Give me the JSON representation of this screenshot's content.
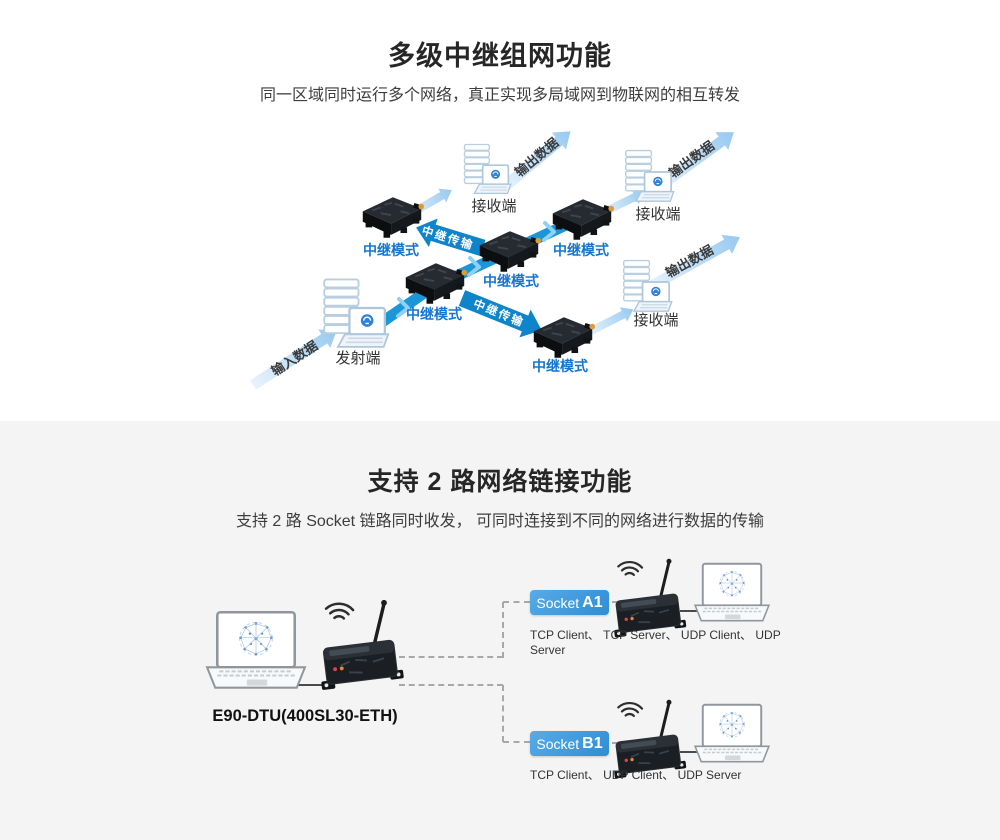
{
  "section_relay": {
    "title": "多级中继组网功能",
    "subtitle": "同一区域同时运行多个网络，真正实现多局域网到物联网的相互转发",
    "labels": {
      "receiver": "接收端",
      "transmitter": "发射端",
      "relay_mode": "中继模式",
      "relay_transfer": "中继传输",
      "output_data": "输出数据",
      "input_data": "输入数据"
    }
  },
  "section_socket": {
    "title": "支持 2 路网络链接功能",
    "subtitle": "支持 2 路 Socket 链路同时收发， 可同时连接到不同的网络进行数据的传输",
    "device_label": "E90-DTU(400SL30-ETH)",
    "socket_a": {
      "label_prefix": "Socket",
      "label_id": "A1",
      "protocols": "TCP Client、 TCP Server、 UDP Client、 UDP Server"
    },
    "socket_b": {
      "label_prefix": "Socket",
      "label_id": "B1",
      "protocols": "TCP Client、 UDP Client、 UDP Server"
    }
  },
  "icons": [
    "relay-device-icon",
    "server-laptop-icon",
    "laptop-globe-icon",
    "dtu-device-icon",
    "wifi-arcs-icon",
    "arrow-icon"
  ],
  "colors": {
    "band_blue": "#1b96d6",
    "dark_arrow_blue": "#0e85cb",
    "light_arrow_blue": "#9bcbf1",
    "relay_label_blue": "#1576d0",
    "socket_badge_blue": "#3695da",
    "section_bg_gray": "#f4f4f4",
    "led_red": "#e04343"
  }
}
